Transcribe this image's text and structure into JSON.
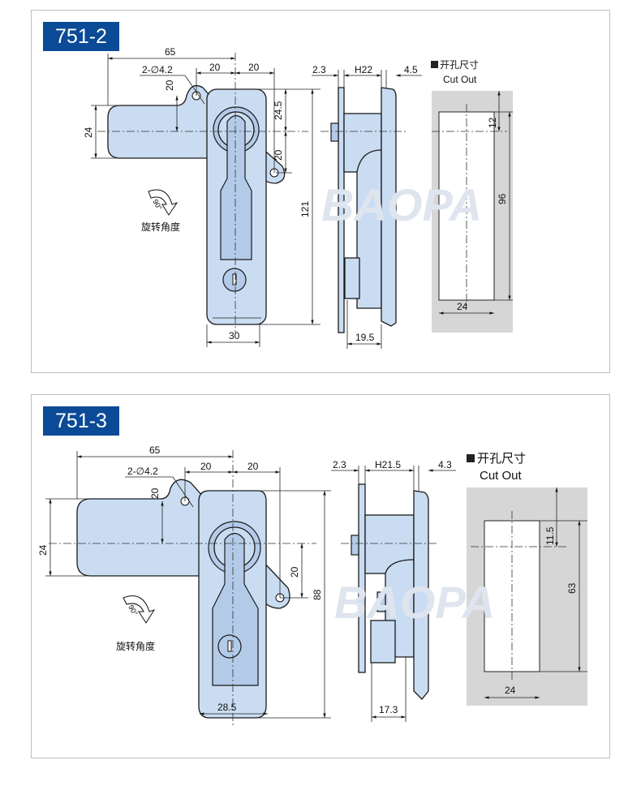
{
  "panels": [
    {
      "model": "751-2",
      "dims": {
        "overall_width": "65",
        "hole_spec": "2-∅4.2",
        "left_offset": "20",
        "right_offset": "20",
        "hole_height": "20",
        "lever_height": "24",
        "top_to_center": "24.5",
        "center_to_hole": "20",
        "overall_height": "121",
        "body_width": "30",
        "plate_thickness": "2.3",
        "height_h": "H22",
        "front_thickness": "4.5",
        "depth": "19.5"
      },
      "rotation_label": "旋转角度",
      "rotation_angle": "90°",
      "cutout": {
        "title_cn": "开孔尺寸",
        "title_en": "Cut Out",
        "top_offset": "12",
        "height": "96",
        "width": "24"
      }
    },
    {
      "model": "751-3",
      "dims": {
        "overall_width": "65",
        "hole_spec": "2-∅4.2",
        "left_offset": "20",
        "right_offset": "20",
        "hole_height": "20",
        "lever_height": "24",
        "center_to_hole": "20",
        "overall_height": "88",
        "body_width": "28.5",
        "plate_thickness": "2.3",
        "height_h": "H21.5",
        "front_thickness": "4.3",
        "depth": "17.3"
      },
      "rotation_label": "旋转角度",
      "rotation_angle": "90°",
      "cutout": {
        "title_cn": "开孔尺寸",
        "title_en": "Cut Out",
        "top_offset": "11.5",
        "height": "63",
        "width": "24"
      }
    }
  ],
  "watermark": "BAOPA",
  "colors": {
    "tag": "#0b4a96",
    "part": "#c9dcf2",
    "cutout_bg": "#d6d6d6"
  }
}
